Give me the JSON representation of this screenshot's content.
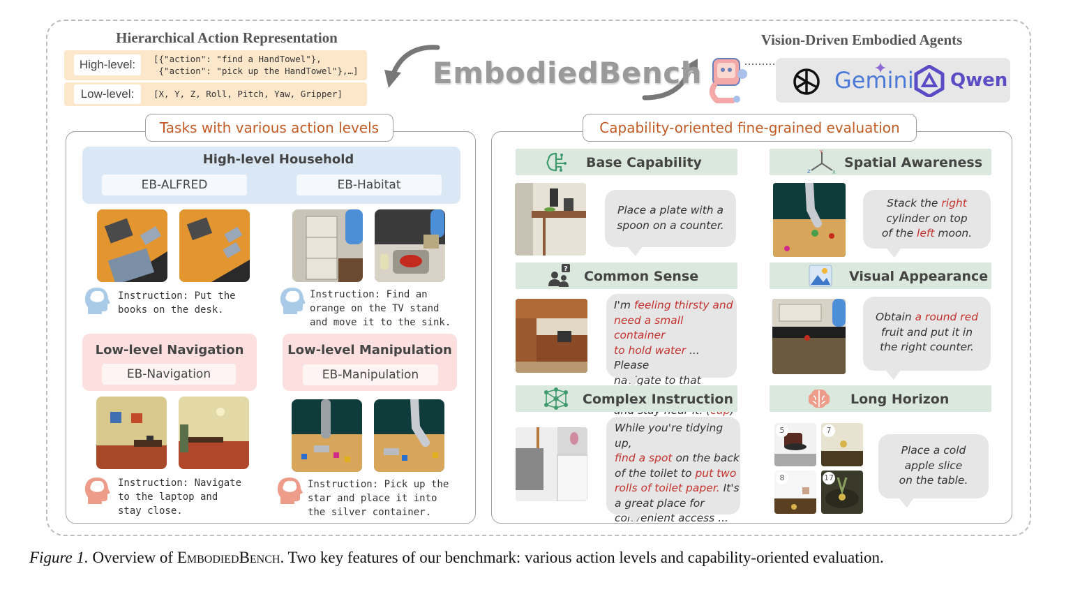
{
  "hierarchical": {
    "title": "Hierarchical Action Representation",
    "high_label": "High-level:",
    "high_code": "[{\"action\": \"find a HandTowel\"},\n {\"action\": \"pick up the HandTowel\"},…]",
    "low_label": "Low-level:",
    "low_code": "[X, Y, Z, Roll, Pitch, Yaw, Gripper]"
  },
  "logo": "EmbodiedBench",
  "agents": {
    "title": "Vision-Driven Embodied Agents",
    "models": [
      "Gemini",
      "Qwen"
    ],
    "icons": [
      "openai-logo-icon",
      "gemini-sparkle-icon",
      "qwen-logo-icon",
      "robot-icon"
    ]
  },
  "tasks_panel": {
    "title": "Tasks with various action levels",
    "household": {
      "title": "High-level Household",
      "bench_a": "EB-ALFRED",
      "bench_b": "EB-Habitat",
      "instr_a": "Instruction: Put the\nbooks on the desk.",
      "instr_b": "Instruction: Find an\norange on the TV stand\nand move it to the sink."
    },
    "navigation": {
      "title": "Low-level Navigation",
      "bench": "EB-Navigation",
      "instr": "Instruction: Navigate\nto the laptop and\nstay close."
    },
    "manipulation": {
      "title": "Low-level Manipulation",
      "bench": "EB-Manipulation",
      "instr": "Instruction: Pick up the\nstar and place it into\nthe silver container."
    }
  },
  "eval_panel": {
    "title": "Capability-oriented fine-grained evaluation",
    "capabilities": [
      {
        "name": "Base Capability",
        "icon": "circuit-brain-icon"
      },
      {
        "name": "Spatial Awareness",
        "icon": "xyz-axes-icon"
      },
      {
        "name": "Common Sense",
        "icon": "people-question-icon"
      },
      {
        "name": "Visual Appearance",
        "icon": "picture-icon"
      },
      {
        "name": "Complex Instruction",
        "icon": "network-icon"
      },
      {
        "name": "Long Horizon",
        "icon": "brain-icon"
      }
    ],
    "bubbles": {
      "base": [
        "Place a plate with a",
        "spoon on a counter."
      ],
      "spatial": {
        "p1": "Stack the ",
        "h1": "right",
        "p2": "cylinder on top",
        "p3": "of the ",
        "h2": "left",
        "p4": " moon."
      },
      "common": {
        "p1": "I'm ",
        "h1": "feeling thirsty and",
        "h2": "need a small container",
        "h3": "to hold water",
        "p2": " ... Please",
        "p3": "navigate to that object",
        "p4": "and stay near it. (",
        "h4": "cup",
        "p5": ")"
      },
      "visual": {
        "p1": "Obtain ",
        "h1": "a round red",
        "p2": "fruit and put it in",
        "p3": "the right counter."
      },
      "complex": {
        "p1": "While you're tidying up,",
        "h1": "find a spot",
        "p2": " on the back",
        "p3": "of the toilet to ",
        "h2": "put two",
        "h3": "rolls of toilet paper.",
        "p4": " It's",
        "p5": "a great place for",
        "p6": "convenient access ..."
      },
      "long": [
        "Place a cold",
        "apple slice",
        "on the table."
      ]
    },
    "steps": [
      "5",
      "7",
      "8",
      "17"
    ]
  },
  "caption": {
    "fig": "Figure 1.",
    "pre": " Overview of ",
    "name": "EmbodiedBench",
    "post": ". Two key features of our benchmark: various action levels and capability-oriented evaluation."
  },
  "colors": {
    "accent_orange": "#c25a23",
    "highlight_red": "#c4322e",
    "household_blue": "#dae7f4",
    "lowlevel_pink": "#fbe0df",
    "capability_green": "#dbe8dd",
    "code_orange": "#fde7cb"
  }
}
